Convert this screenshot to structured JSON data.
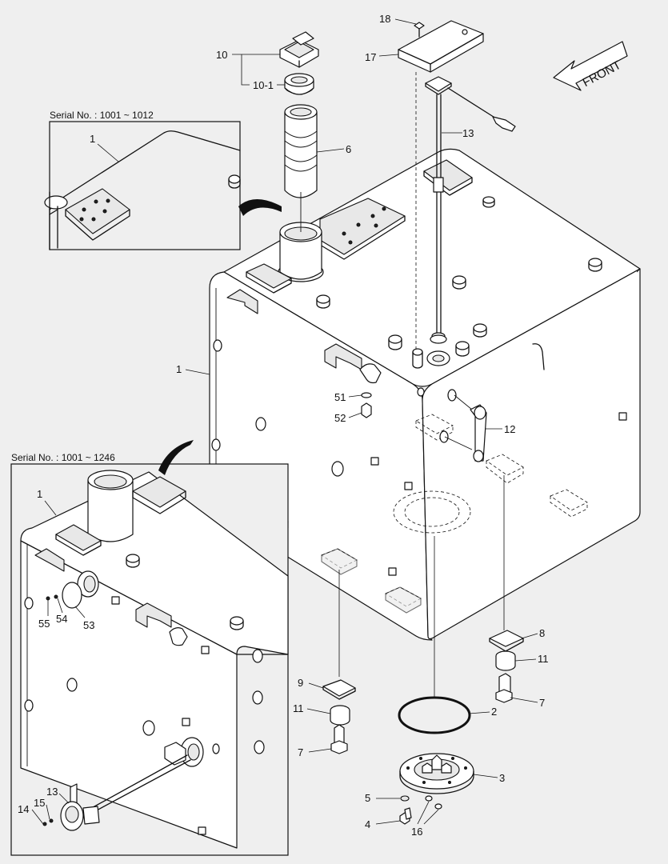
{
  "front_label": "FRONT",
  "insets": {
    "top": {
      "serial": "Serial No. : 1001 ~ 1012"
    },
    "bottom": {
      "serial": "Serial No. : 1001 ~ 1246"
    }
  },
  "labels": {
    "l18": "18",
    "l17": "17",
    "l10": "10",
    "l10_1": "10-1",
    "l6": "6",
    "l13": "13",
    "l1_top_inset": "1",
    "l1_main": "1",
    "l51": "51",
    "l52": "52",
    "l12": "12",
    "l8": "8",
    "l11_right": "11",
    "l7_right": "7",
    "l9": "9",
    "l11_left": "11",
    "l7_left": "7",
    "l2": "2",
    "l3": "3",
    "l5": "5",
    "l4": "4",
    "l16": "16",
    "l1_bottom_inset": "1",
    "l55": "55",
    "l54": "54",
    "l53": "53",
    "l13_inset": "13",
    "l15": "15",
    "l14": "14"
  }
}
